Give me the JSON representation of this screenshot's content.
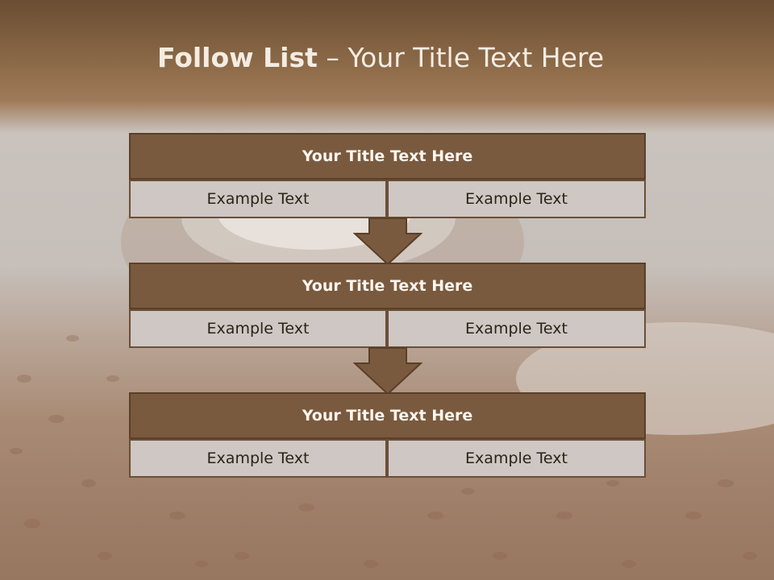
{
  "slide": {
    "title": {
      "bold": "Follow List",
      "rest": " – Your Title Text Here"
    },
    "blocks": [
      {
        "title": "Your Title Text Here",
        "left": "Example Text",
        "right": "Example Text"
      },
      {
        "title": "Your Title Text Here",
        "left": "Example Text",
        "right": "Example Text"
      },
      {
        "title": "Your Title Text Here",
        "left": "Example Text",
        "right": "Example Text"
      }
    ]
  },
  "colors": {
    "header_fill": "#7a5a3e",
    "header_border": "#5a3f28",
    "cell_fill": "#cec7c3",
    "arrow_fill": "#7a5a3e"
  }
}
